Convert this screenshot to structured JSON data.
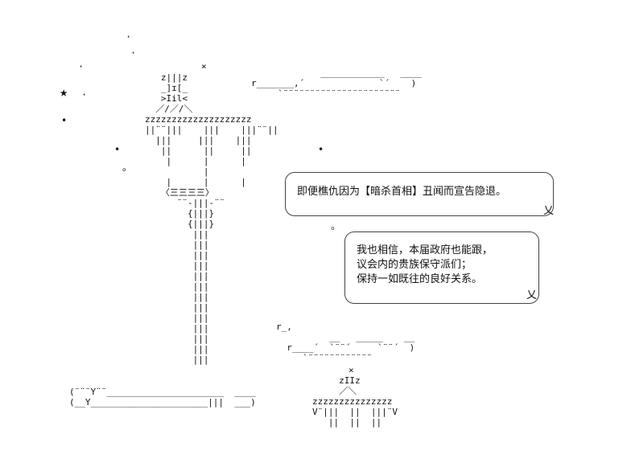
{
  "bubbles": {
    "top": {
      "lines": [
        "即便樵仇因为【暗杀首相】丑闻而宣告隐退。"
      ]
    },
    "bottom": {
      "lines": [
        "我也相信，本届政府也能跟，",
        "议会内的贵族保守派们；",
        "保持一如既往的良好关系。"
      ]
    }
  },
  "marks": {
    "tail": "乂",
    "star": "★",
    "ring": "。",
    "hat_top": "×",
    "hat_bottom": "×"
  },
  "art": {
    "tall_figure": [
      "   z|||z",
      "   _]ɪ[_",
      "   >Iil<",
      "  ／/／/＼",
      "zzzzzzzzzzzzzzzzzzzz",
      "||¨¨|||    |||    |||¨¨||",
      "  |||     |||    |||",
      "   ||      ||     ||",
      "    |      |      |",
      "           |",
      "    |      |      |",
      "   〈三三三三〉",
      "      ¨¨-|||-¨¨",
      "        {|||}",
      "        {|||}",
      "         |||",
      "         |||",
      "         |||",
      "         |||",
      "         |||",
      "         |||",
      "         |||",
      "         |||",
      "         |||",
      "         |||",
      "         |||",
      "         |||",
      "         |||"
    ],
    "small_figure": [
      "     zIIz",
      "     ／＼",
      "zzzzzzzzzzzzzzz",
      "V¨|||  ||  |||¨V",
      "   ||  ||  ||"
    ],
    "cloud_top": [
      "             ____________   ____",
      "r_______,´              `´    )",
      "     `¨¨¨¨¨¨¨¨¨¨¨¨¨¨¨¨¨¨¨¨¨¨"
    ],
    "cloud_mid": [
      "r_,",
      "          __   _____    __",
      "  r____´  `¨¨´     `¨¨´  )",
      "     `¨¨¨¨¨¨¨¨¨¨¨¨"
    ],
    "cloud_left": [
      "(¨¨¨Y¨¨______________________  ____",
      "(__Y______________________|||  ___)"
    ]
  }
}
